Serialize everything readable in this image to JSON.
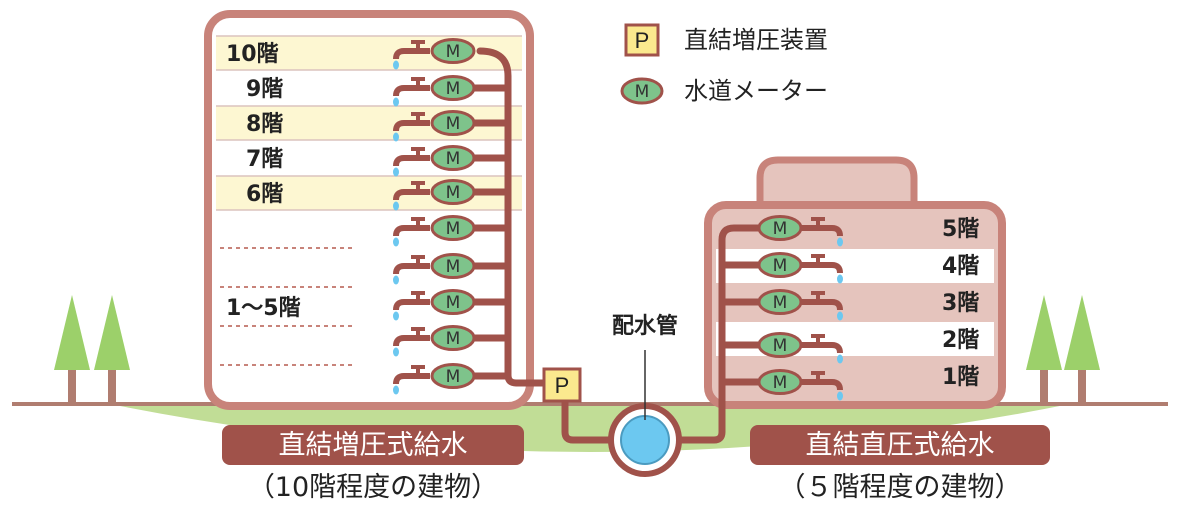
{
  "legend": {
    "pump_symbol": "P",
    "pump_label": "直結増圧装置",
    "meter_symbol": "M",
    "meter_label": "水道メーター"
  },
  "left_building": {
    "floors": [
      "10階",
      "9階",
      "8階",
      "7階",
      "6階"
    ],
    "lower_floors_label": "1〜5階",
    "pump_symbol": "P",
    "system_label": "直結増圧式給水",
    "caption": "（10階程度の建物）"
  },
  "right_building": {
    "floors": [
      "5階",
      "4階",
      "3階",
      "2階",
      "1階"
    ],
    "system_label": "直結直圧式給水",
    "caption": "（５階程度の建物）"
  },
  "main_pipe_label": "配水管",
  "meter_symbol": "M",
  "colors": {
    "pipe": "#a0524a",
    "building_outline": "#c8837a",
    "floor_highlight": "#fdf7d2",
    "right_fill": "#e5c4bd",
    "meter_fill": "#7ec38b",
    "pump_fill": "#fbe98e",
    "ground": "#c1dd96",
    "banner": "#a0524a",
    "water": "#6cc8f0",
    "tree": "#9cd06a"
  }
}
